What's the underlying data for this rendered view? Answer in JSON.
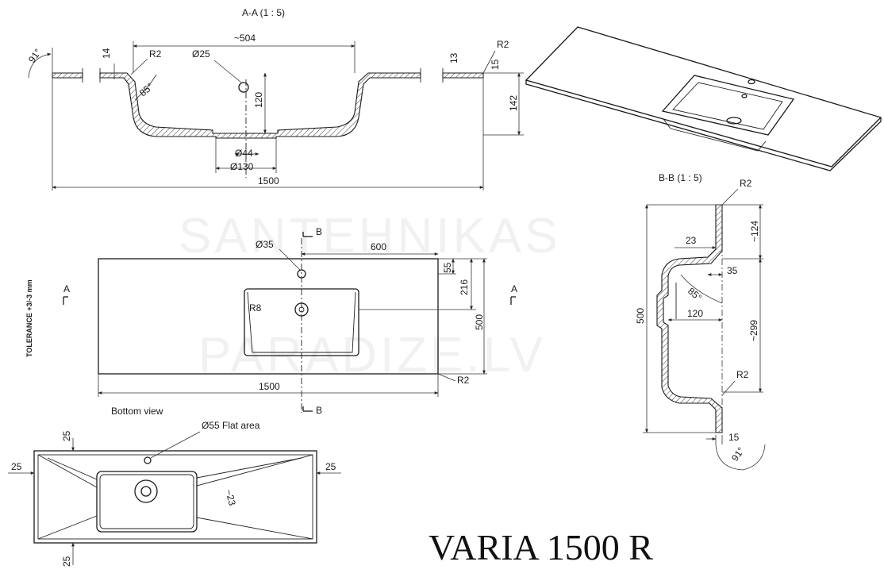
{
  "title": "VARIA 1500 R",
  "watermark": {
    "line1": "SANTEHNIKAS",
    "line2": "PARADIZE.LV"
  },
  "section_aa": {
    "label": "A-A  (1 : 5)",
    "d_width": "~504",
    "d_r2": "R2",
    "d_hole": "Ø25",
    "d_14": "14",
    "d_91": "91°",
    "d_85": "85°",
    "d_120": "120",
    "d_44": "Ø44",
    "d_130": "Ø130",
    "d_1500": "1500",
    "d_13": "13",
    "d_15": "15",
    "d_142": "142",
    "d_r2b": "R2"
  },
  "top_view": {
    "d_35": "Ø35",
    "d_600": "600",
    "d_55": "55",
    "d_216": "216",
    "d_500": "500",
    "d_r8": "R8",
    "d_1500": "1500",
    "d_r2": "R2",
    "tolerance": "TOLERANCE +3/-3 mm",
    "cut_a": "A",
    "cut_b": "B"
  },
  "section_bb": {
    "label": "B-B  (1 : 5)",
    "d_r2_top": "R2",
    "d_124": "~124",
    "d_23": "23",
    "d_35": "35",
    "d_85": "85°",
    "d_120": "120",
    "d_500": "500",
    "d_299": "~299",
    "d_r2_bot": "R2",
    "d_15": "15",
    "d_91": "91°"
  },
  "bottom_view": {
    "label": "Bottom view",
    "flat_area": "Ø55 Flat area",
    "d_25_top": "25",
    "d_25_left": "25",
    "d_25_right": "25",
    "d_25_bottom": "25",
    "d_23": "~23"
  }
}
